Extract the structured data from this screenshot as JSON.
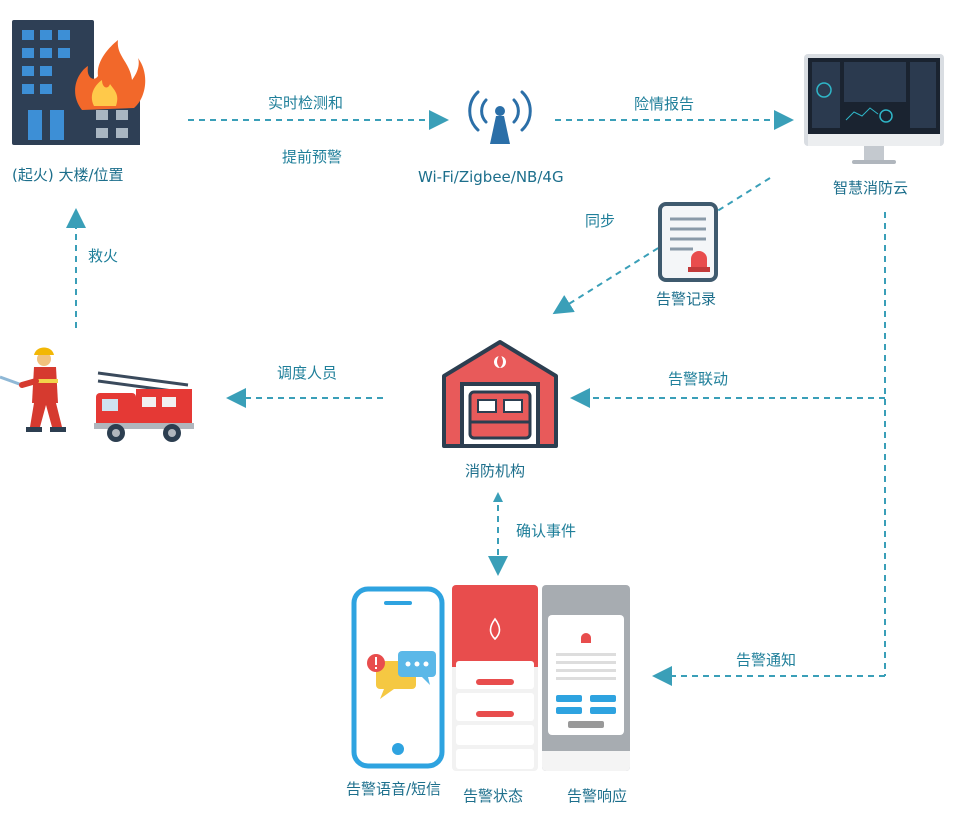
{
  "nodes": {
    "building": "(起火) 大楼/位置",
    "gateway": "Wi-Fi/Zigbee/NB/4G",
    "cloud": "智慧消防云",
    "record": "告警记录",
    "station": "消防机构",
    "voice_sms": "告警语音/短信",
    "status": "告警状态",
    "response": "告警响应"
  },
  "edges": {
    "detect_line1": "实时检测和",
    "detect_line2": "提前预警",
    "report": "险情报告",
    "sync": "同步",
    "linkage": "告警联动",
    "dispatch": "调度人员",
    "rescue": "救火",
    "confirm": "确认事件",
    "notify": "告警通知"
  },
  "colors": {
    "arrow": "#3a9fb8",
    "label": "#1f7f9a",
    "red": "#e84d4d",
    "dark": "#2c3e50"
  }
}
